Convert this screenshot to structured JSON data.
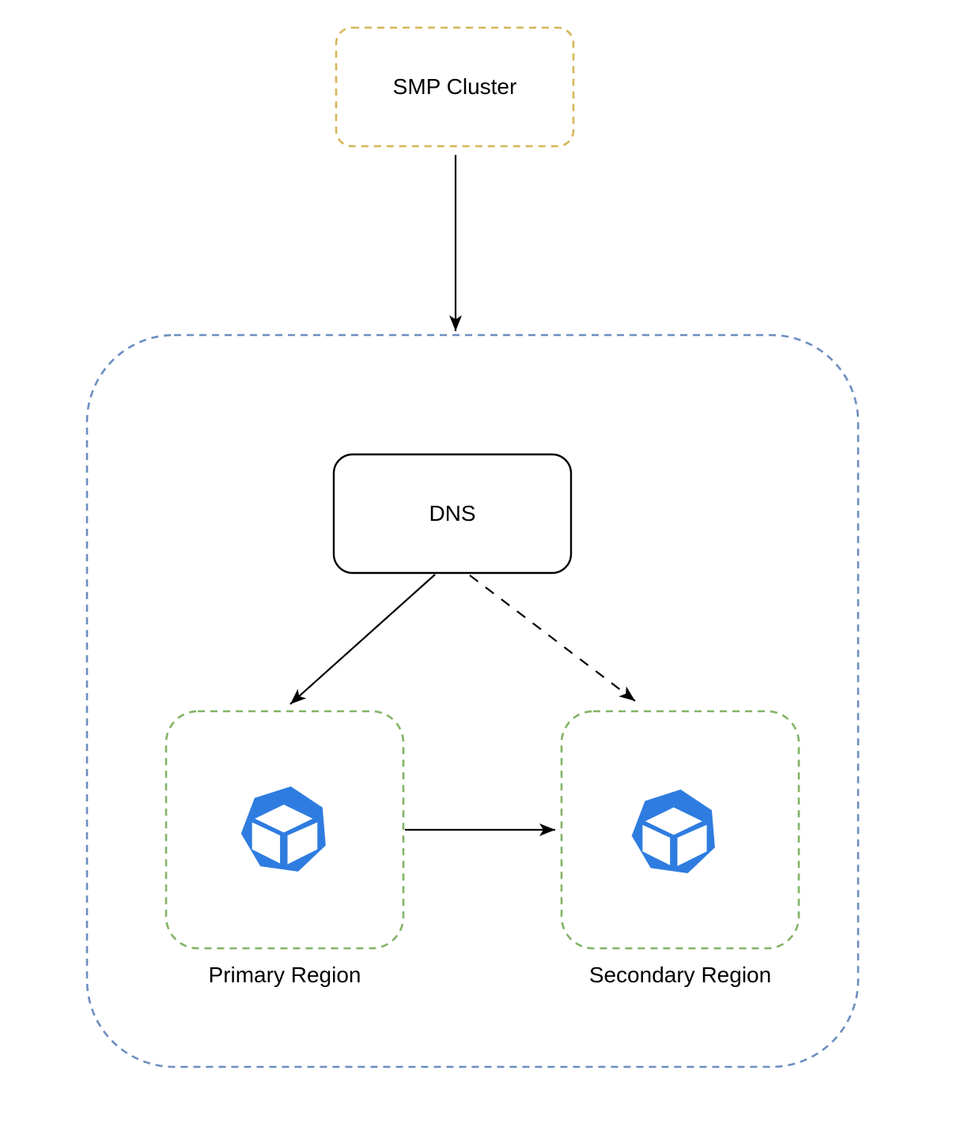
{
  "nodes": {
    "smp_cluster": {
      "label": "SMP Cluster"
    },
    "dns": {
      "label": "DNS"
    },
    "primary_region": {
      "label": "Primary Region"
    },
    "secondary_region": {
      "label": "Secondary Region"
    }
  },
  "icons": {
    "primary_region": "container-cube-icon",
    "secondary_region": "container-cube-icon"
  },
  "edges": [
    {
      "from": "smp-cluster",
      "to": "region-boundary",
      "style": "solid"
    },
    {
      "from": "dns",
      "to": "primary-region",
      "style": "solid"
    },
    {
      "from": "dns",
      "to": "secondary-region",
      "style": "dashed"
    },
    {
      "from": "primary-region",
      "to": "secondary-region",
      "style": "solid"
    }
  ],
  "colors": {
    "background": "#ffffff",
    "text": "#000000",
    "arrow": "#000000",
    "smp_cluster_border": "#d6b656",
    "boundary_border": "#6c8ebf",
    "dns_border": "#000000",
    "region_border": "#82b366",
    "icon_blue": "#2e7ce0",
    "icon_cube": "#ffffff"
  }
}
